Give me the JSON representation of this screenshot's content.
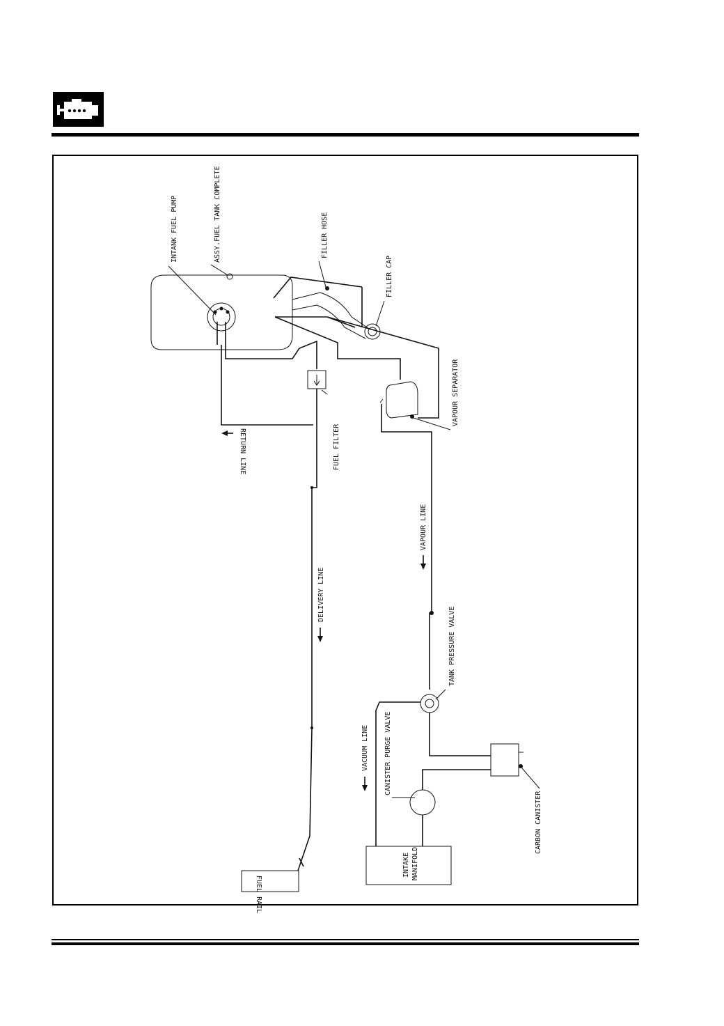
{
  "header": {
    "logo_icon": "engine-icon"
  },
  "diagram": {
    "labels": {
      "intank_fuel_pump": "INTANK FUEL PUMP",
      "assy_fuel_tank": "ASSY.FUEL TANK COMPLETE",
      "filler_hose": "FILLER HOSE",
      "filler_cap": "FILLER CAP",
      "vapour_separator": "VAPOUR SEPARATOR",
      "return_line": "RETURN LINE",
      "fuel_filter": "FUEL FILTER",
      "vapour_line": "VAPOUR LINE",
      "delivery_line": "DELIVERY LINE",
      "tank_pressure_valve": "TANK PRESSURE VALVE",
      "vacuum_line": "VACUUM LINE",
      "canister_purge_valve": "CANISTER PURGE VALVE",
      "carbon_canister": "CARBON CANISTER",
      "fuel_rail": "FUEL RAIL",
      "intake_manifold_1": "INTAKE",
      "intake_manifold_2": "MANIFOLD"
    }
  }
}
